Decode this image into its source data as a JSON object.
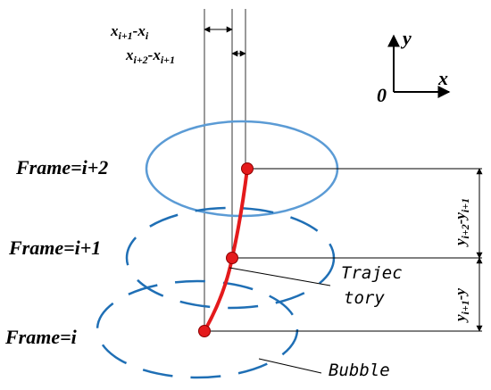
{
  "frame_labels": {
    "frame_i2": "Frame=i+2",
    "frame_i1": "Frame=i+1",
    "frame_i": "Frame=i"
  },
  "x_deltas": {
    "dx1_a": "x",
    "dx1_b": "i+1",
    "dx1_c": "-x",
    "dx1_d": "i",
    "dx2_a": "x",
    "dx2_b": "i+2",
    "dx2_c": "-x",
    "dx2_d": "i+1"
  },
  "y_deltas": {
    "dy2_a": "y",
    "dy2_b": "i+2",
    "dy2_c": "-y",
    "dy2_d": "i+1",
    "dy1_a": "y",
    "dy1_b": "i+1",
    "dy1_c": "-y"
  },
  "axes": {
    "y": "y",
    "x": "x",
    "origin": "0"
  },
  "annotations": {
    "trajectory_line1": "Trajec",
    "trajectory_line2": "tory",
    "bubble": "Bubble"
  },
  "colors": {
    "ellipse_top": "#5B9BD5",
    "ellipse_dashed": "#1F6FB5",
    "trajectory": "#E41A1C",
    "point": "#E41A1C",
    "lines": "#000000"
  }
}
